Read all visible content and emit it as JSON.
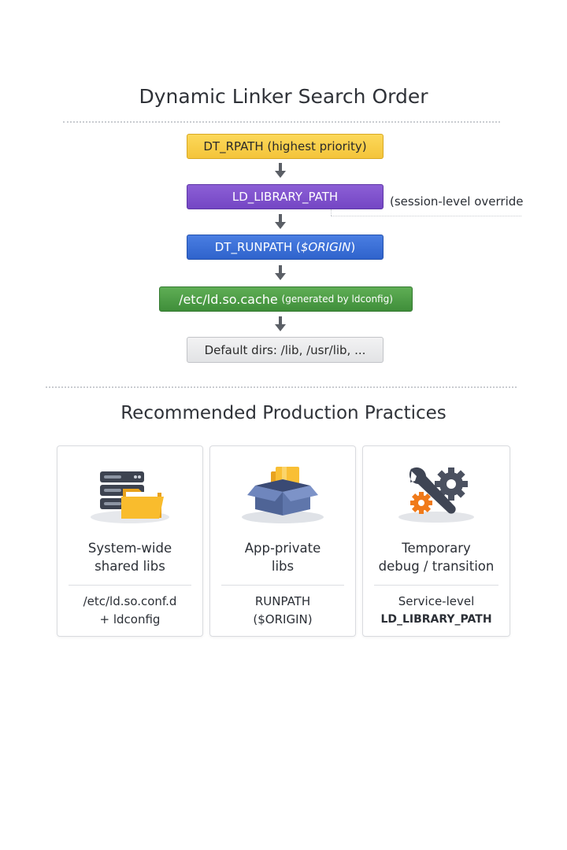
{
  "titles": {
    "search_order": "Dynamic Linker Search Order",
    "practices": "Recommended Production Practices"
  },
  "search_steps": [
    {
      "main": "DT_RPATH",
      "detail": "(highest priority)",
      "color": "#f4c43a"
    },
    {
      "main": "LD_LIBRARY_PATH",
      "detail": "",
      "color": "#7446c4",
      "note": "(session-level override"
    },
    {
      "main": "DT_RUNPATH (",
      "detail_italic": "$ORIGIN",
      "detail_end": ")",
      "color": "#2f63cc"
    },
    {
      "main": "/etc/ld.so.cache",
      "detail": "(generated by ldconfig)",
      "color": "#3f8e3a"
    },
    {
      "main": "Default dirs:  /lib, /usr/lib, ...",
      "detail": "",
      "color": "#e2e3e5"
    }
  ],
  "practices": [
    {
      "icon": "server-folder-icon",
      "title_line1": "System-wide",
      "title_line2": "shared libs",
      "foot_line1": "/etc/ld.so.conf.d",
      "foot_line2": "+ ldconfig"
    },
    {
      "icon": "open-box-icon",
      "title_line1": "App-private",
      "title_line2": "libs",
      "foot_line1": "RUNPATH",
      "foot_line2": "($ORIGIN)"
    },
    {
      "icon": "wrench-gear-icon",
      "title_line1": "Temporary",
      "title_line2": "debug / transition",
      "foot_line1": "Service-level",
      "foot_line2": "LD_LIBRARY_PATH"
    }
  ]
}
